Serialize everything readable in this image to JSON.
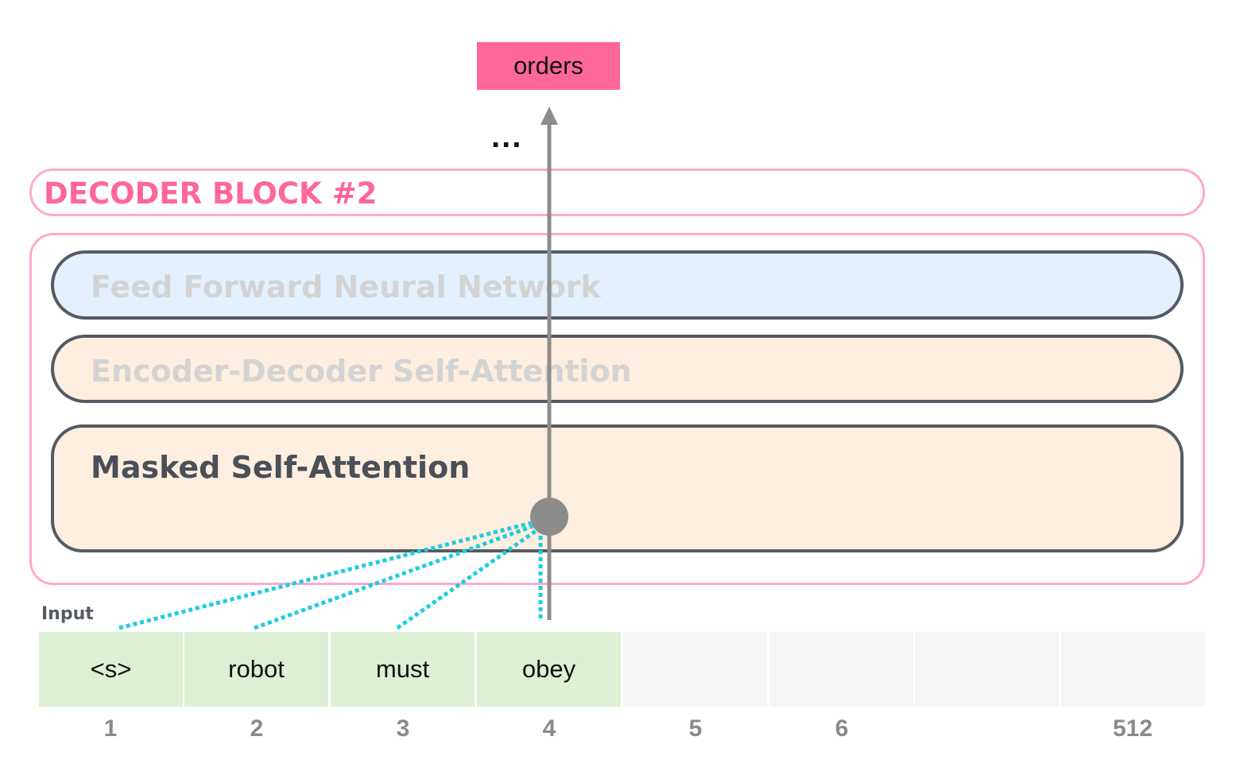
{
  "output_token": "orders",
  "ellipsis": "...",
  "decoder_block_title": "DECODER BLOCK #2",
  "layers": {
    "ffnn": "Feed Forward Neural Network",
    "encoder_decoder_attention": "Encoder-Decoder Self-Attention",
    "masked_self_attention": "Masked Self-Attention"
  },
  "input_label": "Input",
  "tokens": [
    "<s>",
    "robot",
    "must",
    "obey",
    "",
    "",
    "",
    ""
  ],
  "positions": [
    "1",
    "2",
    "3",
    "4",
    "5",
    "6",
    "",
    "512"
  ],
  "colors": {
    "output_token_bg": "#ff6699",
    "block_border": "#ffa8d0",
    "block_title": "#ff6699",
    "ffnn_bg": "#e3f0fd",
    "attention_bg": "#fdeedf",
    "filled_cell": "#ddf0d3",
    "empty_cell": "#f6f6f6",
    "attention_lines": "#1ccde0",
    "arrow": "#8c8c8c"
  }
}
